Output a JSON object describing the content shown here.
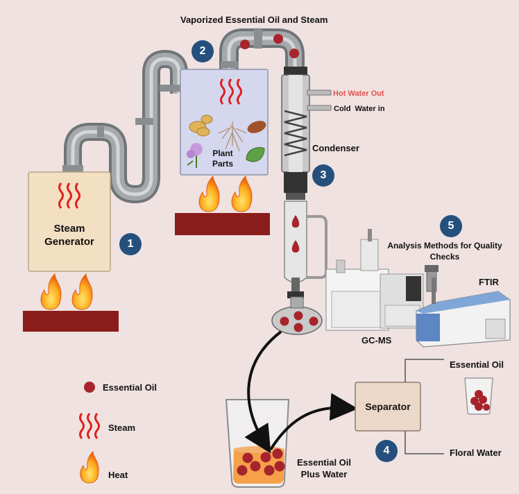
{
  "title": "Vaporized Essential Oil and Steam",
  "steam_generator_label": "Steam Generator",
  "plant_parts_label": "Plant Parts",
  "condenser_label": "Condenser",
  "hot_water_out_label": "Hot Water Out",
  "cold_water_in_label": "Cold  Water in",
  "analysis_label": "Analysis Methods for Quality Checks",
  "ftir_label": "FTIR",
  "gcms_label": "GC-MS",
  "separator_label": "Separator",
  "essential_oil_output_label": "Essential Oil",
  "floral_water_label": "Floral Water",
  "mixture_label": "Essential Oil Plus Water",
  "step_numbers": [
    "1",
    "2",
    "3",
    "4",
    "5"
  ],
  "legend": [
    {
      "label": "Essential Oil",
      "icon": "oil-droplet-icon"
    },
    {
      "label": "Steam",
      "icon": "steam-icon"
    },
    {
      "label": "Heat",
      "icon": "flame-icon"
    }
  ],
  "colors": {
    "background": "#efe2e0",
    "badge": "#25507d",
    "oil": "#a8242c",
    "steam": "#e0201c",
    "heater": "#8b1c1c",
    "hot_water_text": "#e05050",
    "generator_fill": "#f3dfc1",
    "chamber_fill": "#d5d7ee",
    "separator_fill": "#ecd8c8"
  }
}
